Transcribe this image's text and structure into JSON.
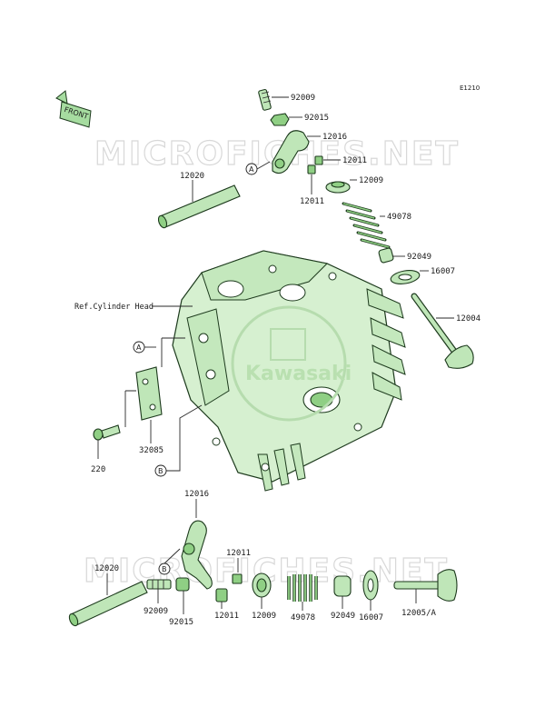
{
  "diagram_code": "E1210",
  "front_label": "FRONT",
  "watermark": "MICROFICHES.NET",
  "logo_text": "Kawasaki",
  "ref_label": "Ref.Cylinder Head",
  "callouts": {
    "a": "A",
    "b": "B"
  },
  "parts": {
    "p92009_top": "92009",
    "p92015_top": "92015",
    "p12016_top": "12016",
    "p12011_top_r": "12011",
    "p12011_top_l": "12011",
    "p12009_top": "12009",
    "p49078_top": "49078",
    "p92049_top": "92049",
    "p16007_top": "16007",
    "p12004": "12004",
    "p12020_top": "12020",
    "p32085": "32085",
    "p220": "220",
    "p12016_bot": "12016",
    "p12011_bot_top": "12011",
    "p12020_bot": "12020",
    "p92009_bot": "92009",
    "p92015_bot": "92015",
    "p12011_bot": "12011",
    "p12009_bot": "12009",
    "p49078_bot": "49078",
    "p92049_bot": "92049",
    "p16007_bot": "16007",
    "p12005A": "12005/A"
  }
}
